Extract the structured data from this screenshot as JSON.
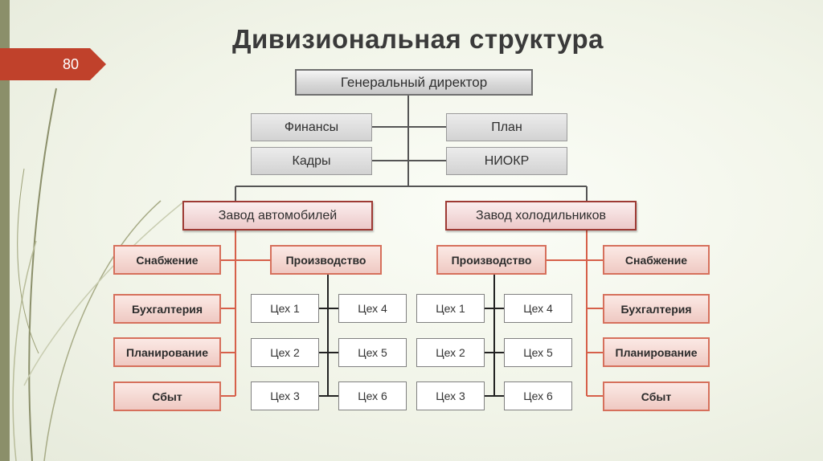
{
  "page_number": "80",
  "title": "Дивизиональная структура",
  "ceo": "Генеральный директор",
  "staff_left": [
    "Финансы",
    "Кадры"
  ],
  "staff_right": [
    "План",
    "НИОКР"
  ],
  "divisions": [
    {
      "name": "Завод автомобилей",
      "production": "Производство",
      "departments": [
        "Снабжение",
        "Бухгалтерия",
        "Планирование",
        "Сбыт"
      ],
      "shops_left": [
        "Цех 1",
        "Цех 2",
        "Цех 3"
      ],
      "shops_right": [
        "Цех 4",
        "Цех 5",
        "Цех 6"
      ]
    },
    {
      "name": "Завод холодильников",
      "production": "Производство",
      "departments": [
        "Снабжение",
        "Бухгалтерия",
        "Планирование",
        "Сбыт"
      ],
      "shops_left": [
        "Цех 1",
        "Цех 2",
        "Цех 3"
      ],
      "shops_right": [
        "Цех 4",
        "Цех 5",
        "Цех 6"
      ]
    }
  ],
  "colors": {
    "accent_red": "#c0412b",
    "dept_border": "#d6705c",
    "plant_border": "#9e3a34",
    "connector_dark": "#555555",
    "connector_orange": "#d6604a",
    "connector_black": "#222222"
  }
}
